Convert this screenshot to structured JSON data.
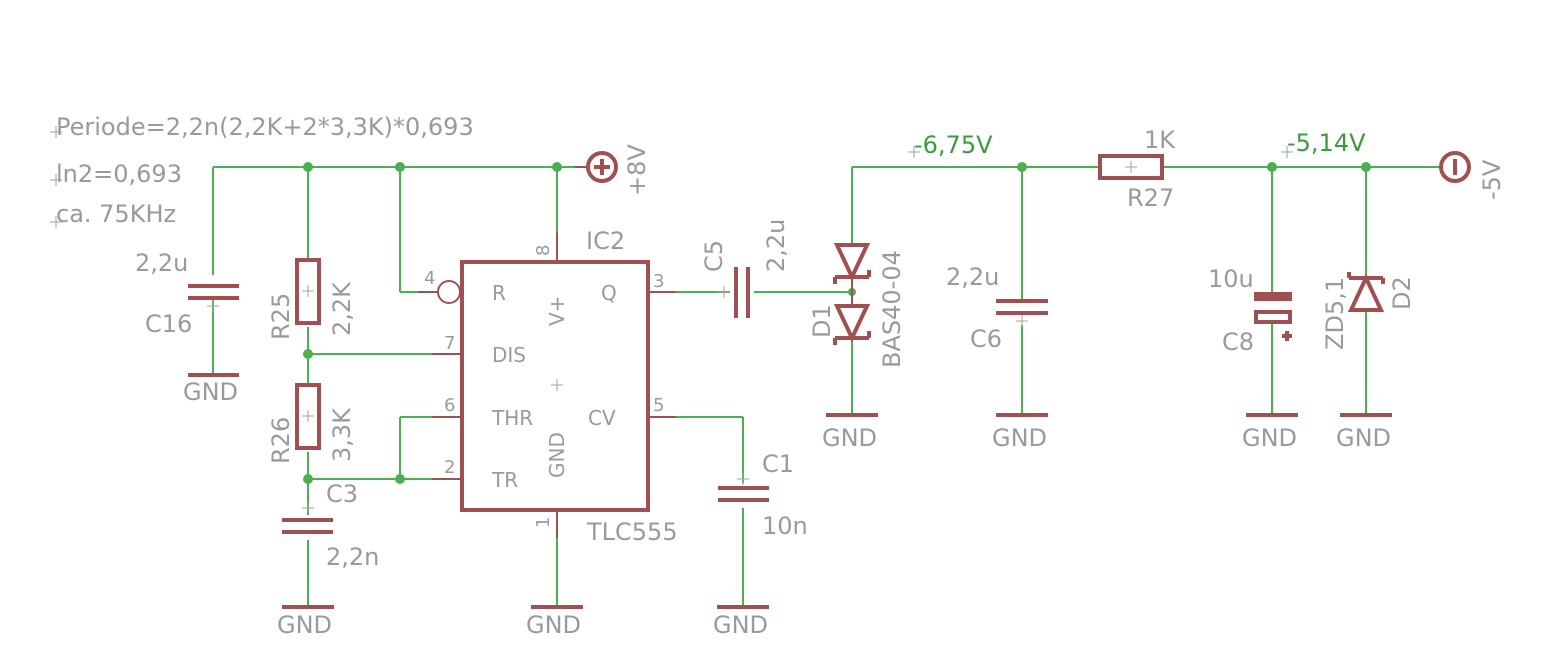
{
  "notes": {
    "line1": "Periode=2,2n(2,2K+2*3,3K)*0,693",
    "line2": "ln2=0,693",
    "line3": "ca. 75KHz"
  },
  "supply": {
    "pos_label": "+8V",
    "neg_label": "-5V"
  },
  "nets": {
    "n1": "-6,75V",
    "n2": "-5,14V"
  },
  "ic": {
    "name": "IC2",
    "value": "TLC555",
    "pin_r": "R",
    "pin_vplus": "V+",
    "pin_q": "Q",
    "pin_dis": "DIS",
    "pin_thr": "THR",
    "pin_cv": "CV",
    "pin_tr": "TR",
    "pin_gnd": "GND",
    "num_8": "8",
    "num_4": "4",
    "num_3": "3",
    "num_7": "7",
    "num_6": "6",
    "num_5": "5",
    "num_2": "2",
    "num_1": "1"
  },
  "parts": {
    "c16_val": "2,2u",
    "c16_name": "C16",
    "r25_name": "R25",
    "r25_val": "2,2K",
    "r26_name": "R26",
    "r26_val": "3,3K",
    "c3_name": "C3",
    "c3_val": "2,2n",
    "c5_name": "C5",
    "c5_val": "2,2u",
    "c1_name": "C1",
    "c1_val": "10n",
    "d1_name": "D1",
    "d1_val": "BAS40-04",
    "c6_val": "2,2u",
    "c6_name": "C6",
    "r27_val": "1K",
    "r27_name": "R27",
    "c8_val": "10u",
    "c8_name": "C8",
    "d2_val": "ZD5,1",
    "d2_name": "D2"
  },
  "ground": {
    "label": "GND"
  },
  "colors": {
    "wire": "#4caf50",
    "part": "#a05050",
    "text": "#9a9a9a",
    "net_label": "#3d9a3d"
  }
}
